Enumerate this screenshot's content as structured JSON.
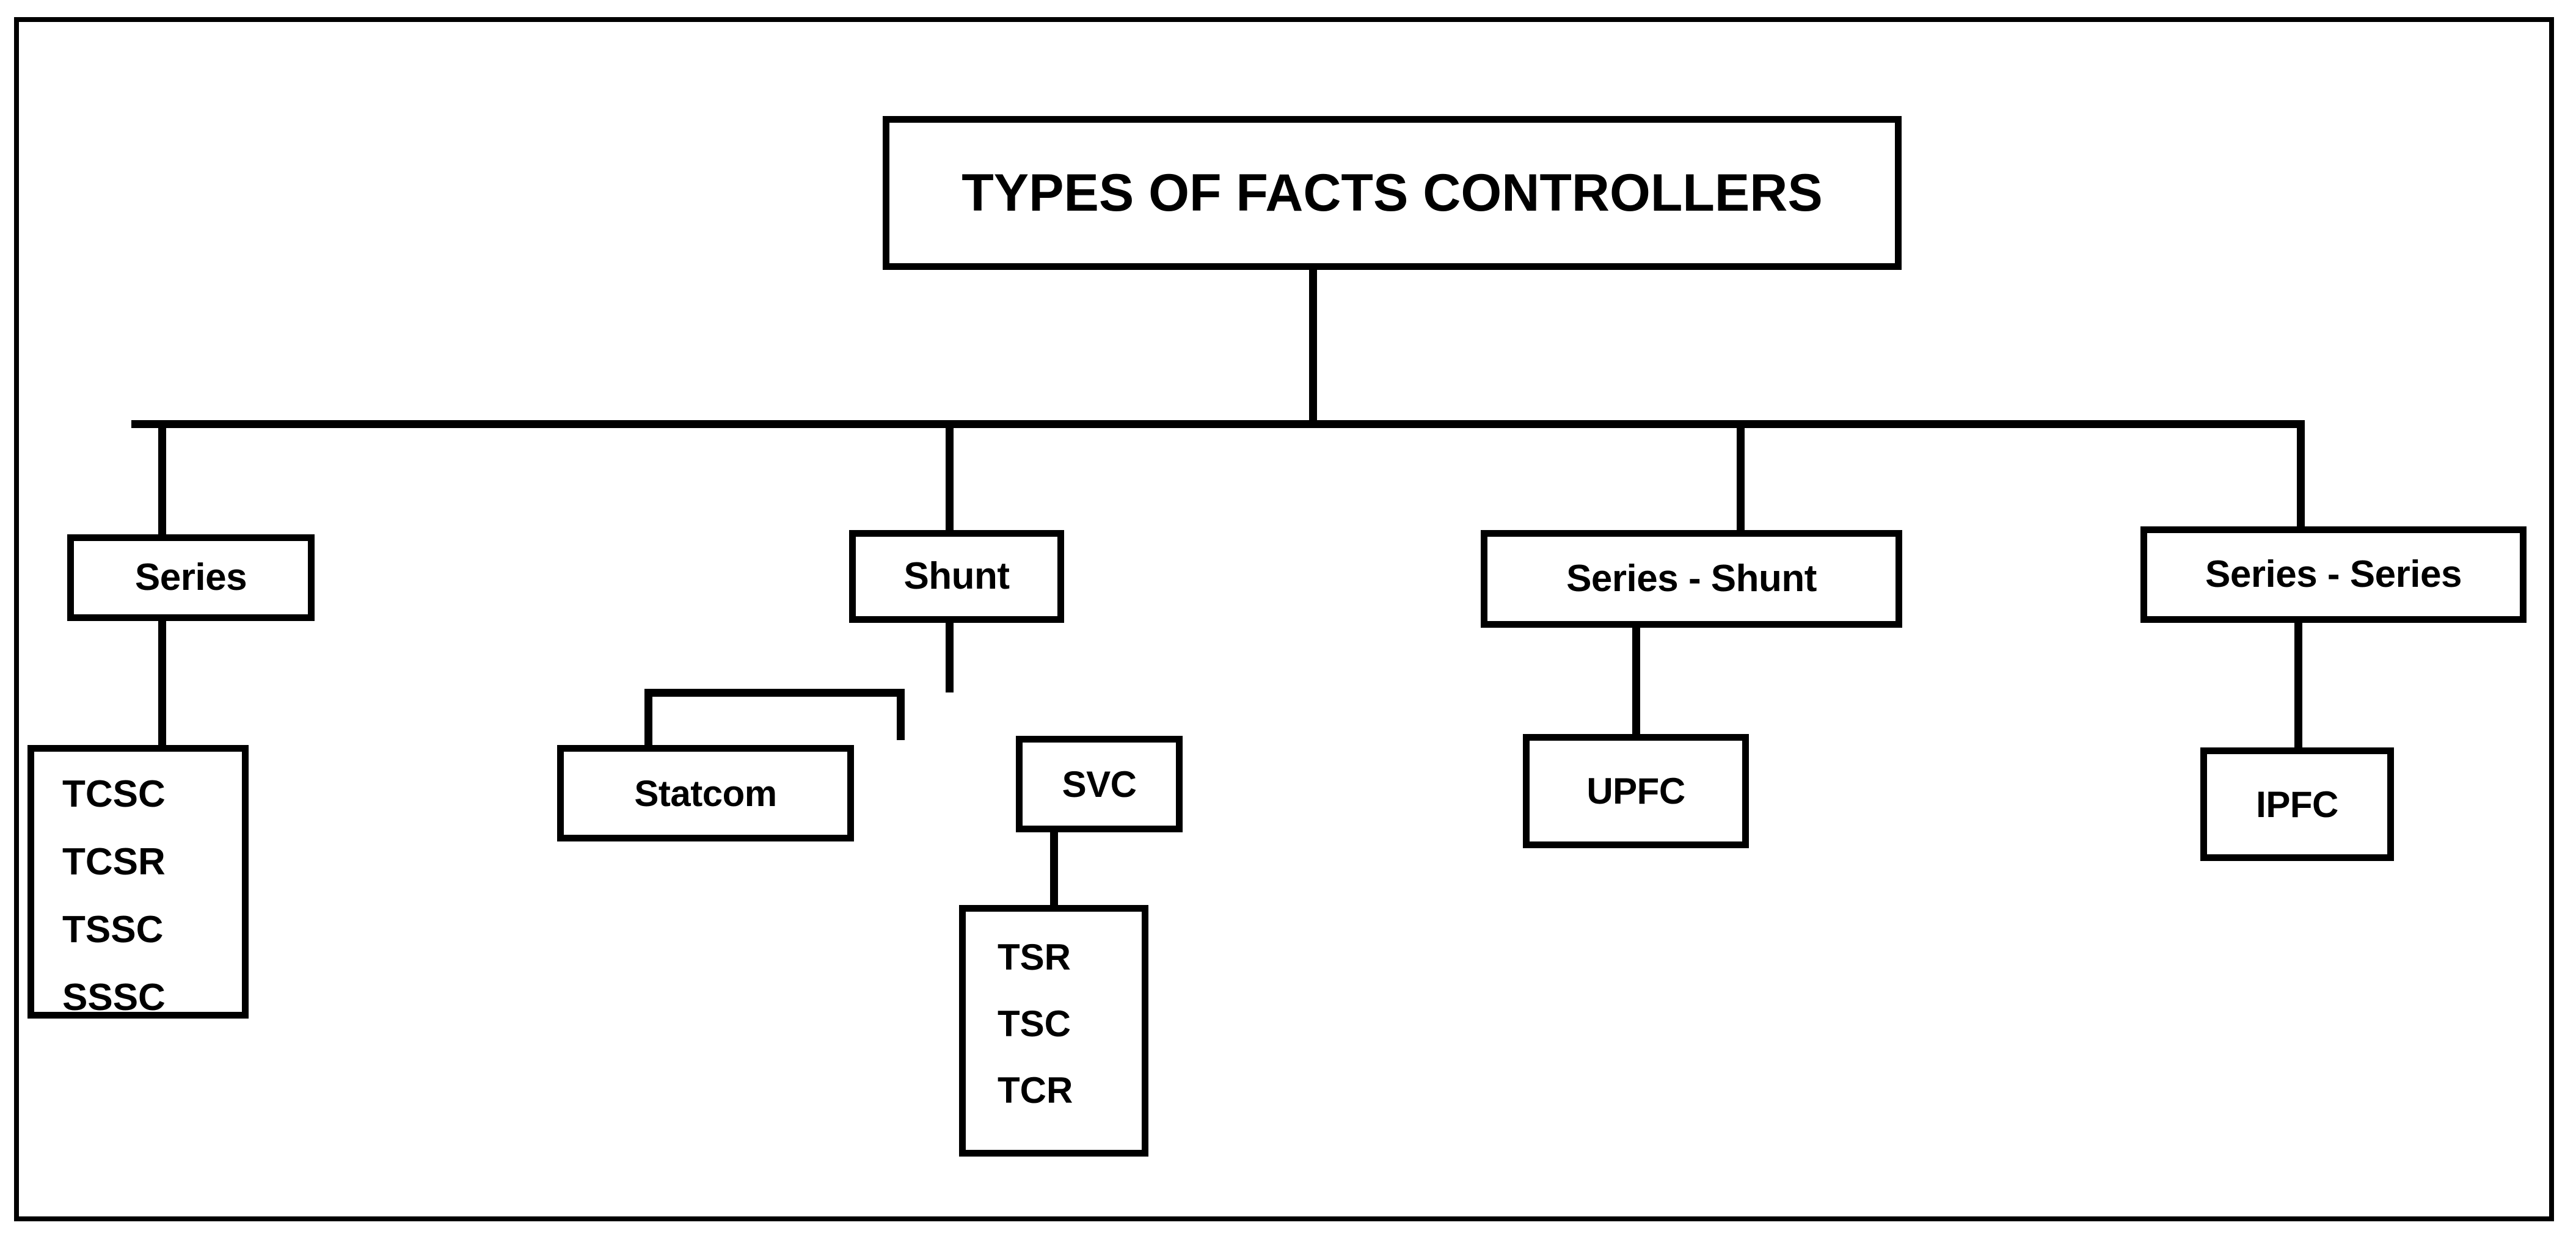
{
  "diagram": {
    "title": "TYPES OF FACTS CONTROLLERS",
    "frame_color": "#000000",
    "background_color": "#ffffff",
    "text_color": "#000000",
    "root": {
      "label": "TYPES OF FACTS CONTROLLERS"
    },
    "level2": {
      "series": {
        "label": "Series"
      },
      "shunt": {
        "label": "Shunt"
      },
      "series_shunt": {
        "label": "Series - Shunt"
      },
      "series_series": {
        "label": "Series - Series"
      }
    },
    "level3": {
      "series_devices": {
        "items": [
          "TCSC",
          "TCSR",
          "TSSC",
          "SSSC"
        ]
      },
      "statcom": {
        "label": "Statcom"
      },
      "svc": {
        "label": "SVC"
      },
      "upfc": {
        "label": "UPFC"
      },
      "ipfc": {
        "label": "IPFC"
      }
    },
    "level4": {
      "svc_devices": {
        "items": [
          "TSR",
          "TSC",
          "TCR"
        ]
      }
    }
  }
}
